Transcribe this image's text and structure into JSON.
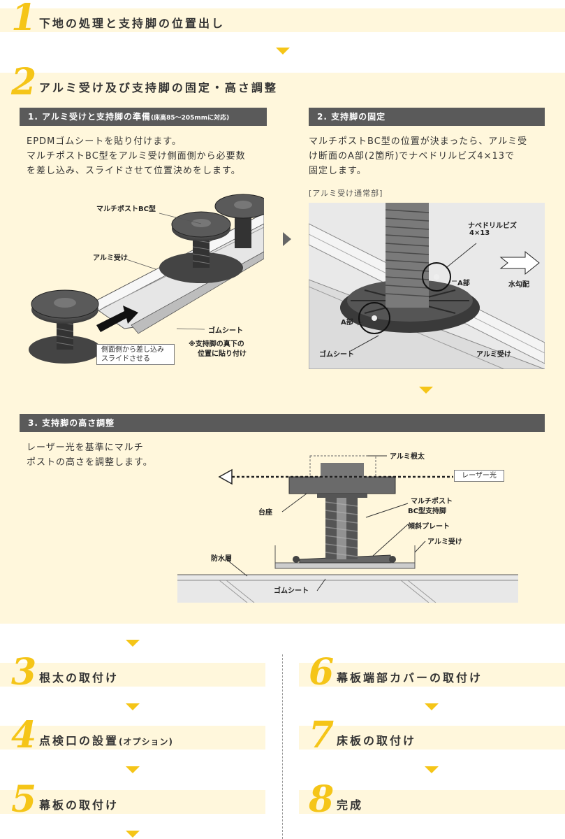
{
  "steps": {
    "s1": {
      "num": "1",
      "title": "下地の処理と支持脚の位置出し"
    },
    "s2": {
      "num": "2",
      "title": "アルミ受け及び支持脚の固定・高さ調整"
    },
    "s3": {
      "num": "3",
      "title": "根太の取付け"
    },
    "s4": {
      "num": "4",
      "title": "点検口の設置",
      "suffix": "(オプション)"
    },
    "s5": {
      "num": "5",
      "title": "幕板の取付け"
    },
    "s6": {
      "num": "6",
      "title": "幕板端部カバーの取付け"
    },
    "s7": {
      "num": "7",
      "title": "床板の取付け"
    },
    "s8": {
      "num": "8",
      "title": "完成"
    }
  },
  "sub1": {
    "heading": "1. アルミ受けと支持脚の準備",
    "heading_note": "(床高85〜205mmに対応)",
    "text_lines": [
      "EPDMゴムシートを貼り付けます。",
      "マルチポストBC型をアルミ受け側面側から必要数",
      "を差し込み、スライドさせて位置決めをします。"
    ],
    "labels": {
      "post": "マルチポストBC型",
      "rail": "アルミ受け",
      "rubber": "ゴムシート",
      "rubber_note1": "※支持脚の真下の",
      "rubber_note2": "位置に貼り付け",
      "slide1": "側面側から差し込み",
      "slide2": "スライドさせる"
    }
  },
  "sub2": {
    "heading": "2. 支持脚の固定",
    "text_lines": [
      "マルチポストBC型の位置が決まったら、アルミ受",
      "け断面のA部(2箇所)でナベドリルビズ4×13で",
      "固定します。"
    ],
    "caption": "[アルミ受け通常部]",
    "labels": {
      "screw1": "ナベドリルビズ",
      "screw2": "4×13",
      "slope": "水勾配",
      "a_top": "A部",
      "a_left": "A部",
      "rubber": "ゴムシート",
      "rail": "アルミ受け"
    }
  },
  "sub3": {
    "heading": "3. 支持脚の高さ調整",
    "text_lines": [
      "レーザー光を基準にマルチ",
      "ポストの高さを調整します。"
    ],
    "labels": {
      "joist": "アルミ根太",
      "laser": "レーザー光",
      "base": "台座",
      "post1": "マルチポスト",
      "post2": "BC型支持脚",
      "plate": "傾斜プレート",
      "rail": "アルミ受け",
      "waterproof": "防水層",
      "rubber": "ゴムシート"
    }
  },
  "colors": {
    "accent": "#f5c518",
    "panel": "#fff7dc",
    "heading_bg": "#5a5a5a"
  }
}
